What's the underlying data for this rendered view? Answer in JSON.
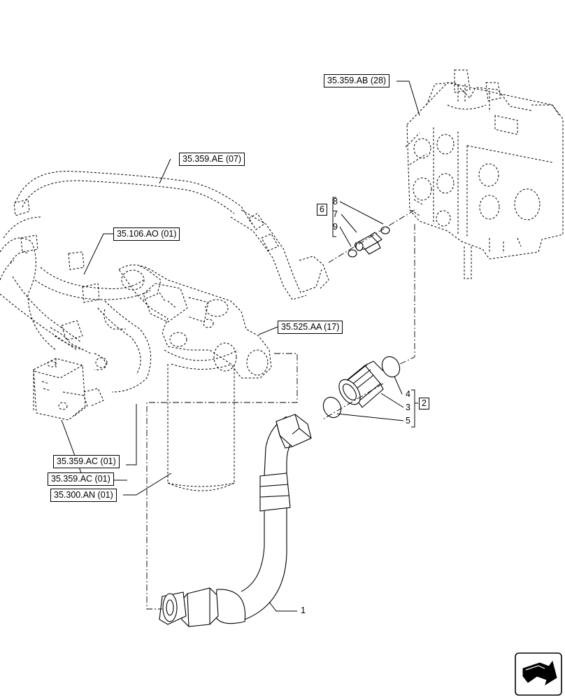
{
  "references": {
    "ab": "35.359.AB (28)",
    "ae": "35.359.AE (07)",
    "ao": "35.106.AO (01)",
    "aa": "35.525.AA (17)",
    "ac1": "35.359.AC (01)",
    "ac2": "35.359.AC (01)",
    "an": "35.300.AN (01)"
  },
  "callouts": {
    "n1": "1",
    "n2": "2",
    "n3": "3",
    "n4": "4",
    "n5": "5",
    "n6": "6",
    "n7": "7",
    "n8": "8",
    "n9": "9"
  },
  "icons": {
    "nav": "next-page-arrow-icon"
  }
}
